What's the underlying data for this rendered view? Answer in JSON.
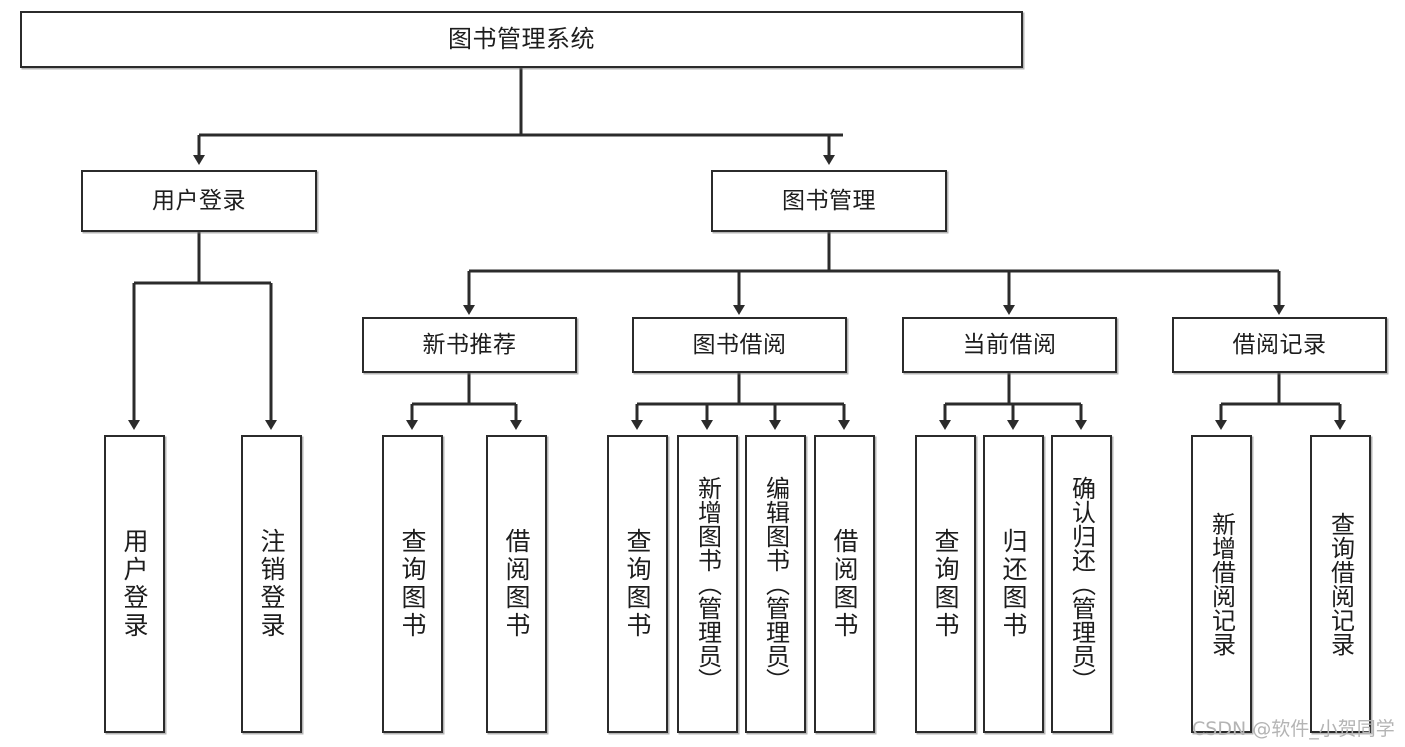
{
  "diagram": {
    "title": "图书管理系统",
    "root": {
      "label": "图书管理系统"
    },
    "level2": [
      {
        "label": "用户登录"
      },
      {
        "label": "图书管理"
      }
    ],
    "level3": [
      {
        "label": "新书推荐"
      },
      {
        "label": "图书借阅"
      },
      {
        "label": "当前借阅"
      },
      {
        "label": "借阅记录"
      }
    ],
    "leaves": {
      "user_login": [
        {
          "label": "用户登录"
        },
        {
          "label": "注销登录"
        }
      ],
      "new_book_recommend": [
        {
          "label": "查询图书"
        },
        {
          "label": "借阅图书"
        }
      ],
      "book_borrow": [
        {
          "label": "查询图书"
        },
        {
          "label": "新增图书（管理员）"
        },
        {
          "label": "编辑图书（管理员）"
        },
        {
          "label": "借阅图书"
        }
      ],
      "current_borrow": [
        {
          "label": "查询图书"
        },
        {
          "label": "归还图书"
        },
        {
          "label": "确认归还（管理员）"
        }
      ],
      "borrow_record": [
        {
          "label": "新增借阅记录"
        },
        {
          "label": "查询借阅记录"
        }
      ]
    }
  },
  "watermark": {
    "text": "CSDN @软件_小贺同学"
  },
  "colors": {
    "line": "#2b2b2b",
    "box_fill": "#ffffff",
    "text": "#1d1d1d",
    "watermark": "#b4b4b4"
  }
}
